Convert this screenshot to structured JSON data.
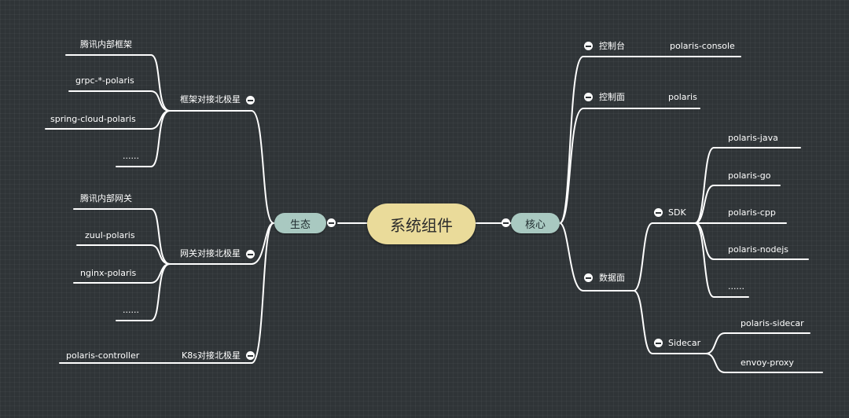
{
  "central": "系统组件",
  "left_main": "生态",
  "right_main": "核心",
  "left": {
    "framework": {
      "label": "框架对接北极星",
      "children": [
        "腾讯内部框架",
        "grpc-*-polaris",
        "spring-cloud-polaris",
        "......"
      ]
    },
    "gateway": {
      "label": "网关对接北极星",
      "children": [
        "腾讯内部网关",
        "zuul-polaris",
        "nginx-polaris",
        "......"
      ]
    },
    "k8s": {
      "label": "K8s对接北极星",
      "children": [
        "polaris-controller"
      ]
    }
  },
  "right": {
    "console": {
      "label": "控制台",
      "children": [
        "polaris-console"
      ]
    },
    "control_plane": {
      "label": "控制面",
      "children": [
        "polaris"
      ]
    },
    "data_plane": {
      "label": "数据面",
      "sdk": {
        "label": "SDK",
        "children": [
          "polaris-java",
          "polaris-go",
          "polaris-cpp",
          "polaris-nodejs",
          "......"
        ]
      },
      "sidecar": {
        "label": "Sidecar",
        "children": [
          "polaris-sidecar",
          "envoy-proxy"
        ]
      }
    }
  },
  "colors": {
    "background": "#2f3437",
    "central_fill": "#eadb9a",
    "main_fill": "#a9c9c1",
    "line": "#ffffff"
  }
}
